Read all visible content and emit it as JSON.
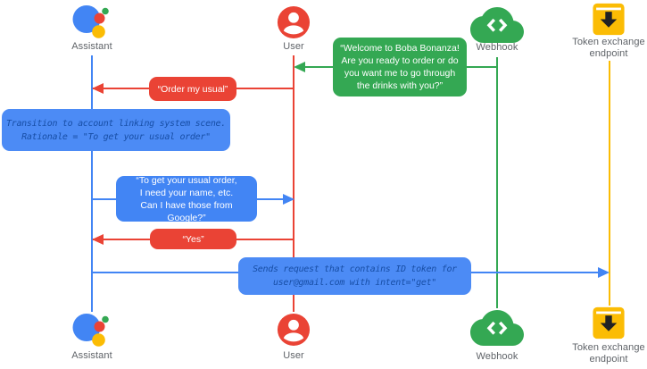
{
  "diagram": {
    "type": "sequence-diagram",
    "topic": "Assistant account linking conversation flow",
    "background": "#ffffff"
  },
  "palette": {
    "blue": "#4285f4",
    "blue_note_text": "#174ea6",
    "red": "#ea4335",
    "green": "#34a853",
    "yellow": "#fbbc04",
    "label_gray": "#5f6368",
    "icon_dark": "#202124",
    "white": "#ffffff"
  },
  "actors": [
    {
      "id": "assistant",
      "label": "Assistant",
      "icon": "assistant-logo-icon",
      "lifeline_color": "#4285f4"
    },
    {
      "id": "user",
      "label": "User",
      "icon": "user-avatar-icon",
      "lifeline_color": "#ea4335"
    },
    {
      "id": "webhook",
      "label": "Webhook",
      "icon": "webhook-cloud-icon",
      "lifeline_color": "#34a853"
    },
    {
      "id": "token-endpoint",
      "label": "Token exchange\nendpoint",
      "icon": "token-endpoint-icon",
      "lifeline_color": "#fbbc04"
    }
  ],
  "messages": [
    {
      "id": "welcome",
      "kind": "speech",
      "from": "webhook",
      "to": "user",
      "color": "#34a853",
      "text": "“Welcome to Boba Bonanza!\nAre you ready to order or do\nyou want me to go through\nthe drinks with you?”"
    },
    {
      "id": "order-my-usual",
      "kind": "speech",
      "from": "user",
      "to": "assistant",
      "color": "#ea4335",
      "text": "“Order my usual”"
    },
    {
      "id": "transition-note",
      "kind": "system-note",
      "on": "assistant",
      "color": "#4285f4",
      "text": "Transition to account linking system scene.\nRationale = \"To get your usual order\""
    },
    {
      "id": "ask-permission",
      "kind": "speech",
      "from": "assistant",
      "to": "user",
      "color": "#4285f4",
      "text": "“To get your usual order,\nI need your name, etc.\nCan I have those from Google?”"
    },
    {
      "id": "yes",
      "kind": "speech",
      "from": "user",
      "to": "assistant",
      "color": "#ea4335",
      "text": "“Yes”"
    },
    {
      "id": "sends-request",
      "kind": "system-note",
      "from": "assistant",
      "to": "token-endpoint",
      "color": "#4285f4",
      "text": "Sends request that contains ID token for\nuser@gmail.com with intent=\"get\""
    }
  ]
}
